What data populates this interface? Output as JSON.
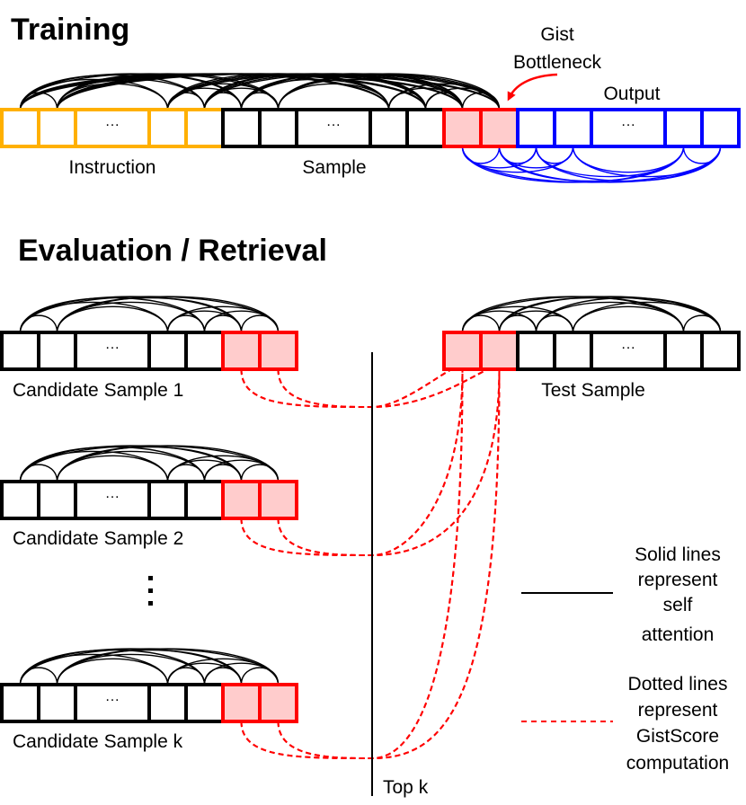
{
  "titles": {
    "training": "Training",
    "evaluation": "Evaluation / Retrieval"
  },
  "colors": {
    "instruction": "#FFB000",
    "sample": "#000000",
    "gist_stroke": "#FF0000",
    "gist_fill": "#FFCCCC",
    "output": "#0000FF",
    "attention": "#000000",
    "gistscore": "#FF0000"
  },
  "training": {
    "segments": [
      {
        "name": "instruction",
        "label": "Instruction",
        "tokens": [
          "",
          "",
          "...",
          "",
          ""
        ]
      },
      {
        "name": "sample",
        "label": "Sample",
        "tokens": [
          "",
          "",
          "...",
          "",
          ""
        ]
      },
      {
        "name": "gist",
        "label": "",
        "tokens": [
          "",
          ""
        ]
      },
      {
        "name": "output",
        "label": "Output",
        "tokens": [
          "",
          "",
          "...",
          "",
          ""
        ]
      }
    ],
    "gist_annotation": [
      "Gist",
      "Bottleneck"
    ]
  },
  "evaluation": {
    "candidates": [
      {
        "label": "Candidate Sample 1",
        "tokens": [
          "",
          "",
          "...",
          "",
          ""
        ],
        "gist_tokens": 2
      },
      {
        "label": "Candidate Sample 2",
        "tokens": [
          "",
          "",
          "...",
          "",
          ""
        ],
        "gist_tokens": 2
      },
      {
        "label": "Candidate Sample k",
        "tokens": [
          "",
          "",
          "...",
          "",
          ""
        ],
        "gist_tokens": 2
      }
    ],
    "vertical_ellipsis": "⋮",
    "test_sample": {
      "label": "Test Sample",
      "tokens": [
        "",
        "",
        "...",
        "",
        ""
      ],
      "gist_tokens": 2
    },
    "divider_label": "Top k"
  },
  "legend": [
    {
      "style": "solid",
      "lines": [
        "Solid lines",
        "represent",
        "self",
        "attention"
      ]
    },
    {
      "style": "dashed",
      "lines": [
        "Dotted lines",
        "represent",
        "GistScore",
        "computation"
      ]
    }
  ]
}
